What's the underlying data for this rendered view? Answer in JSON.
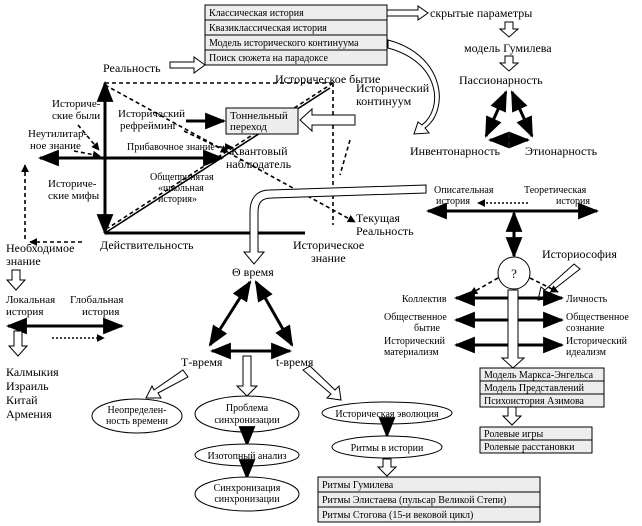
{
  "top_box": {
    "items": [
      "Классическая история",
      "Квазиклассическая история",
      "Модель исторического континуума",
      "Поиск сюжета на парадоксе"
    ]
  },
  "gumilev": {
    "hidden_params": "скрытые параметры",
    "model": "модель Гумилева",
    "passionarity": "Пассионарность",
    "inventionarity": "Инвентонарность",
    "etionarity": "Этионарность"
  },
  "left": {
    "reality": "Реальность",
    "historical_byli_1": "Историче-",
    "historical_byli_2": "ские были",
    "neutilitarian_1": "Неутилитар-",
    "neutilitarian_2": "ное знание",
    "historical_myths_1": "Историче-",
    "historical_myths_2": "ские мифы",
    "necessary_knowledge_1": "Необходимое",
    "necessary_knowledge_2": "знание",
    "actuality": "Действительность"
  },
  "center": {
    "historical_being": "Историческое бытие",
    "continuum_1": "Исторический",
    "continuum_2": "континуум",
    "reframing_1": "Исторический",
    "reframing_2": "рефрейминг",
    "tunnel_1": "Тоннельный",
    "tunnel_2": "переход",
    "quantum_1": "Квантовый",
    "quantum_2": "наблюдатель",
    "extra_knowledge": "Прибавочное знание",
    "school_1": "Общепринятая",
    "school_2": "«школьная",
    "school_3": "история»",
    "current_reality_1": "Текущая",
    "current_reality_2": "Реальность",
    "historical_knowledge_1": "Историческое",
    "historical_knowledge_2": "знание"
  },
  "time": {
    "theta": "Θ время",
    "T": "Т-время",
    "t": "t-время",
    "uncertainty_1": "Неопределен-",
    "uncertainty_2": "ность времени",
    "sync_problem_1": "Проблема",
    "sync_problem_2": "синхронизации",
    "isotope": "Изотопный анализ",
    "sync_sync_1": "Синхронизация",
    "sync_sync_2": "синхронизации",
    "evolution": "Историческая эволюция",
    "rhythms": "Ритмы в истории",
    "rhythm_list": [
      "Ритмы Гумилева",
      "Ритмы Элистаева (пульсар Великой Степи)",
      "Ритмы Стогова (15-и вековой цикл)"
    ]
  },
  "local": {
    "local_1": "Локальная",
    "local_2": "история",
    "global_1": "Глобальная",
    "global_2": "история",
    "countries": [
      "Калмыкия",
      "Израиль",
      "Китай",
      "Армения"
    ]
  },
  "right": {
    "descriptive_1": "Описательная",
    "descriptive_2": "история",
    "theoretical_1": "Теоретическая",
    "theoretical_2": "история",
    "question": "?",
    "historiosophy": "Историософия",
    "collective": "Коллектив",
    "personality": "Личность",
    "social_being_1": "Общественное",
    "social_being_2": "бытие",
    "social_consciousness_1": "Общественное",
    "social_consciousness_2": "сознание",
    "hist_materialism_1": "Исторический",
    "hist_materialism_2": "материализм",
    "hist_idealism_1": "Исторический",
    "hist_idealism_2": "идеализм",
    "models": [
      "Модель Маркса-Энгельса",
      "Модель Представлений",
      "Психоистория Азимова"
    ],
    "role": [
      "Ролевые игры",
      "Ролевые расстановки"
    ]
  }
}
